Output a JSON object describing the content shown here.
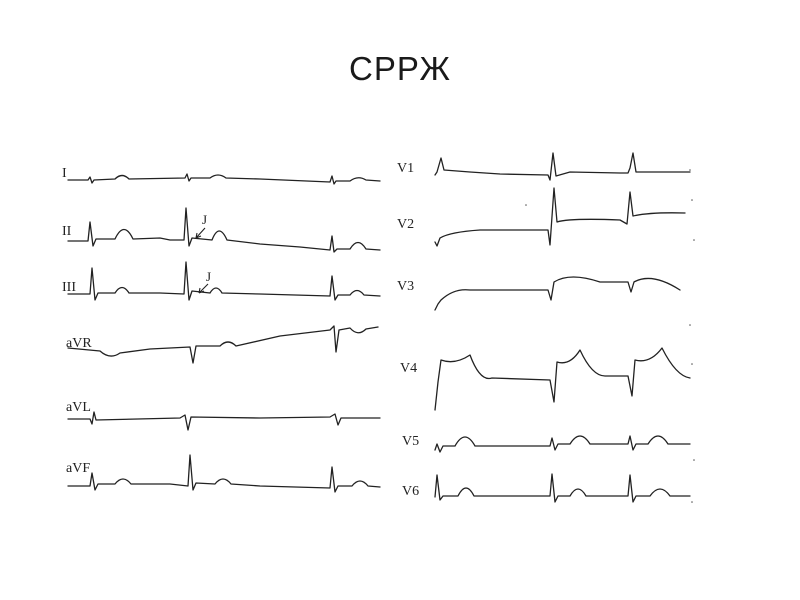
{
  "slide": {
    "title": "СРРЖ"
  },
  "ecg": {
    "annotation_label": "J",
    "leads_left": [
      "I",
      "II",
      "III",
      "aVR",
      "aVL",
      "aVF"
    ],
    "leads_right": [
      "V1",
      "V2",
      "V3",
      "V4",
      "V5",
      "V6"
    ]
  }
}
